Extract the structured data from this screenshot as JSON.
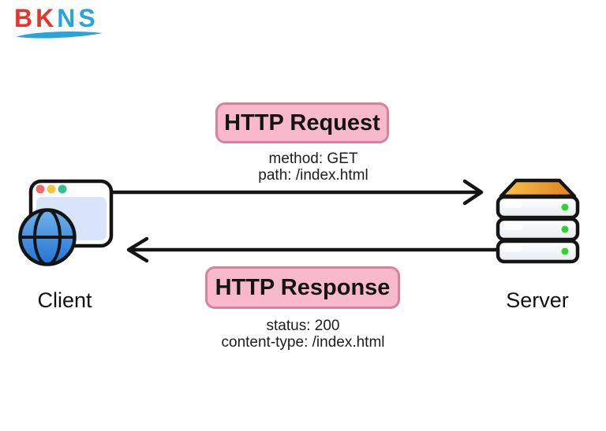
{
  "logo": {
    "part1": "BK",
    "part2": "NS"
  },
  "request": {
    "label": "HTTP Request",
    "method": "method: GET",
    "path": "path: /index.html"
  },
  "response": {
    "label": "HTTP Response",
    "status": "status: 200",
    "content_type": "content-type: /index.html"
  },
  "nodes": {
    "client_label": "Client",
    "server_label": "Server"
  },
  "icons": {
    "client": "browser-window-with-globe-icon",
    "server": "server-stack-icon",
    "request_arrow": "arrow-right-icon",
    "response_arrow": "arrow-left-icon",
    "logo_swoosh": "swoosh-underline-icon"
  },
  "colors": {
    "background": "#ffffff",
    "logo_red": "#e6352b",
    "logo_blue": "#29a3db",
    "pill_fill": "#f8b9cd",
    "pill_border": "#d6819e",
    "text_dark": "#141414",
    "arrow_black": "#141414",
    "server_top_light": "#f7c24a",
    "server_top_dark": "#e07f1e",
    "server_led_green": "#2ed32e",
    "browser_content_blue": "#d7e4fa",
    "browser_dot_red": "#f4696b",
    "browser_dot_yellow": "#f9c33c",
    "browser_dot_green": "#35c08b",
    "globe_light": "#6fb3ed",
    "globe_dark": "#2273d4"
  }
}
